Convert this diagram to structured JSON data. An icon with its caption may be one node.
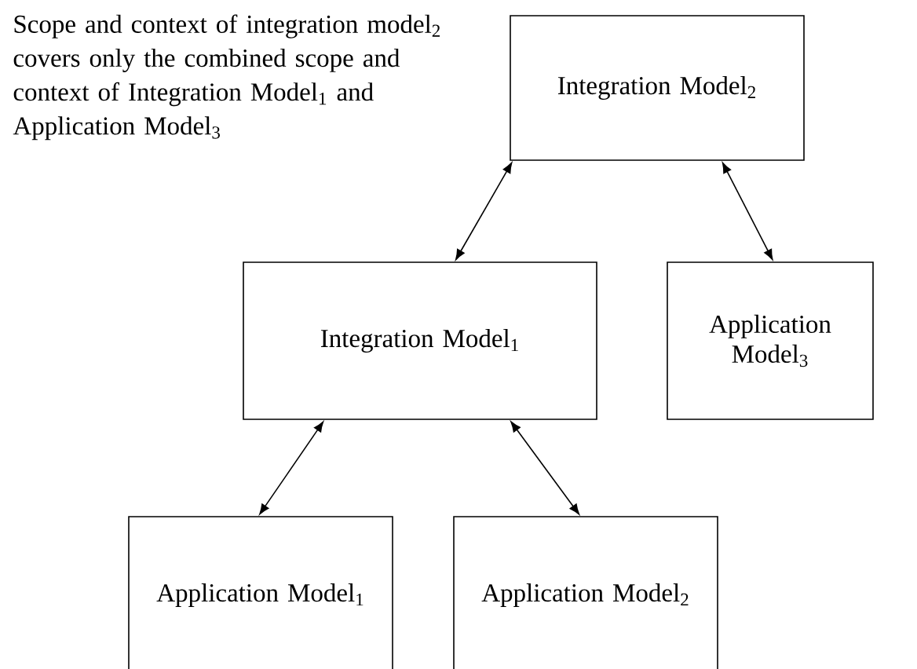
{
  "diagram": {
    "nodes": [
      {
        "text": [
          "Integration Model$_{2}$"
        ]
      },
      {
        "text": [
          "Integration Model$_{1}$"
        ]
      },
      {
        "text": [
          "Application Model$_{3}$"
        ]
      },
      {
        "text": [
          "Application Model$_{1}$"
        ]
      },
      {
        "text": [
          "Application Model$_{2}$"
        ]
      }
    ],
    "edges": [
      {
        "from": 0,
        "to": 1,
        "arrow": "both"
      },
      {
        "from": 0,
        "to": 2,
        "arrow": "both"
      },
      {
        "from": 1,
        "to": 3,
        "arrow": "both"
      },
      {
        "from": 1,
        "to": 4,
        "arrow": "both"
      }
    ],
    "labels": [
      "Scope and context of integration model$_{2}$ covers only the combined scope and context of Integration Model$_{1}$ and Application Model$_{3}$"
    ]
  }
}
